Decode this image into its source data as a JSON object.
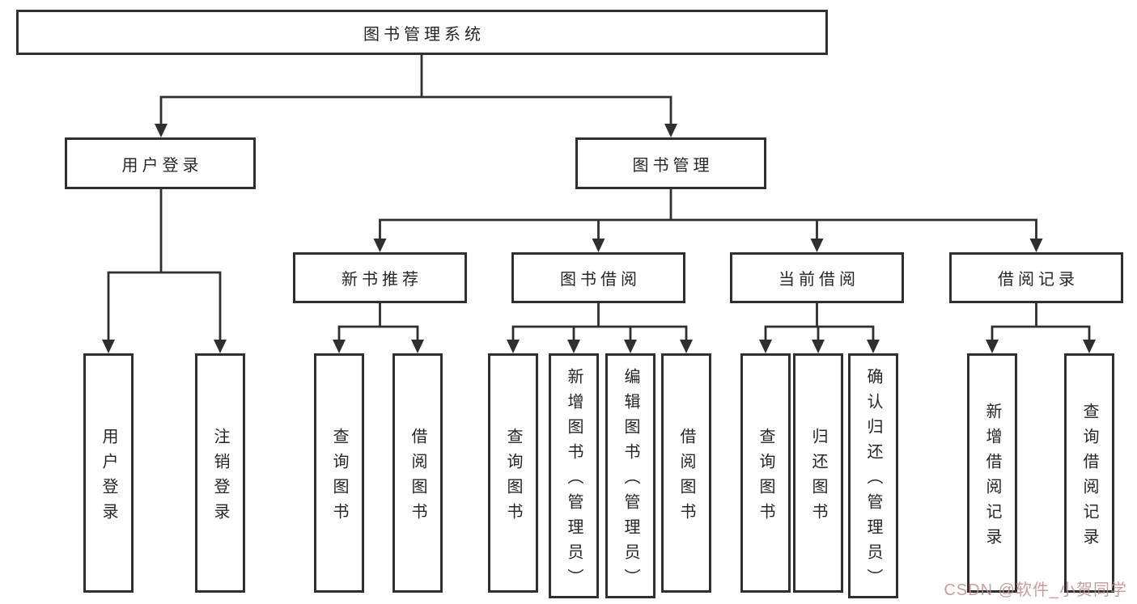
{
  "page": {
    "background": "#ffffff"
  },
  "diagram": {
    "line_color": "#2f2f2f",
    "text_color": "#262626",
    "root": {
      "label": "图书管理系统"
    },
    "branches": [
      {
        "label": "用户登录",
        "children": [
          {
            "label": "用户登录"
          },
          {
            "label": "注销登录"
          }
        ]
      },
      {
        "label": "图书管理",
        "groups": [
          {
            "label": "新书推荐",
            "children": [
              {
                "label": "查询图书"
              },
              {
                "label": "借阅图书"
              }
            ]
          },
          {
            "label": "图书借阅",
            "children": [
              {
                "label": "查询图书"
              },
              {
                "label": "新增图书（管理员）"
              },
              {
                "label": "编辑图书（管理员）"
              },
              {
                "label": "借阅图书"
              }
            ]
          },
          {
            "label": "当前借阅",
            "children": [
              {
                "label": "查询图书"
              },
              {
                "label": "归还图书"
              },
              {
                "label": "确认归还（管理员）"
              }
            ]
          },
          {
            "label": "借阅记录",
            "children": [
              {
                "label": "新增借阅记录"
              },
              {
                "label": "查询借阅记录"
              }
            ]
          }
        ]
      }
    ]
  },
  "watermark": {
    "text": "CSDN @软件_小贺同学",
    "color": "#bd8c8c"
  }
}
